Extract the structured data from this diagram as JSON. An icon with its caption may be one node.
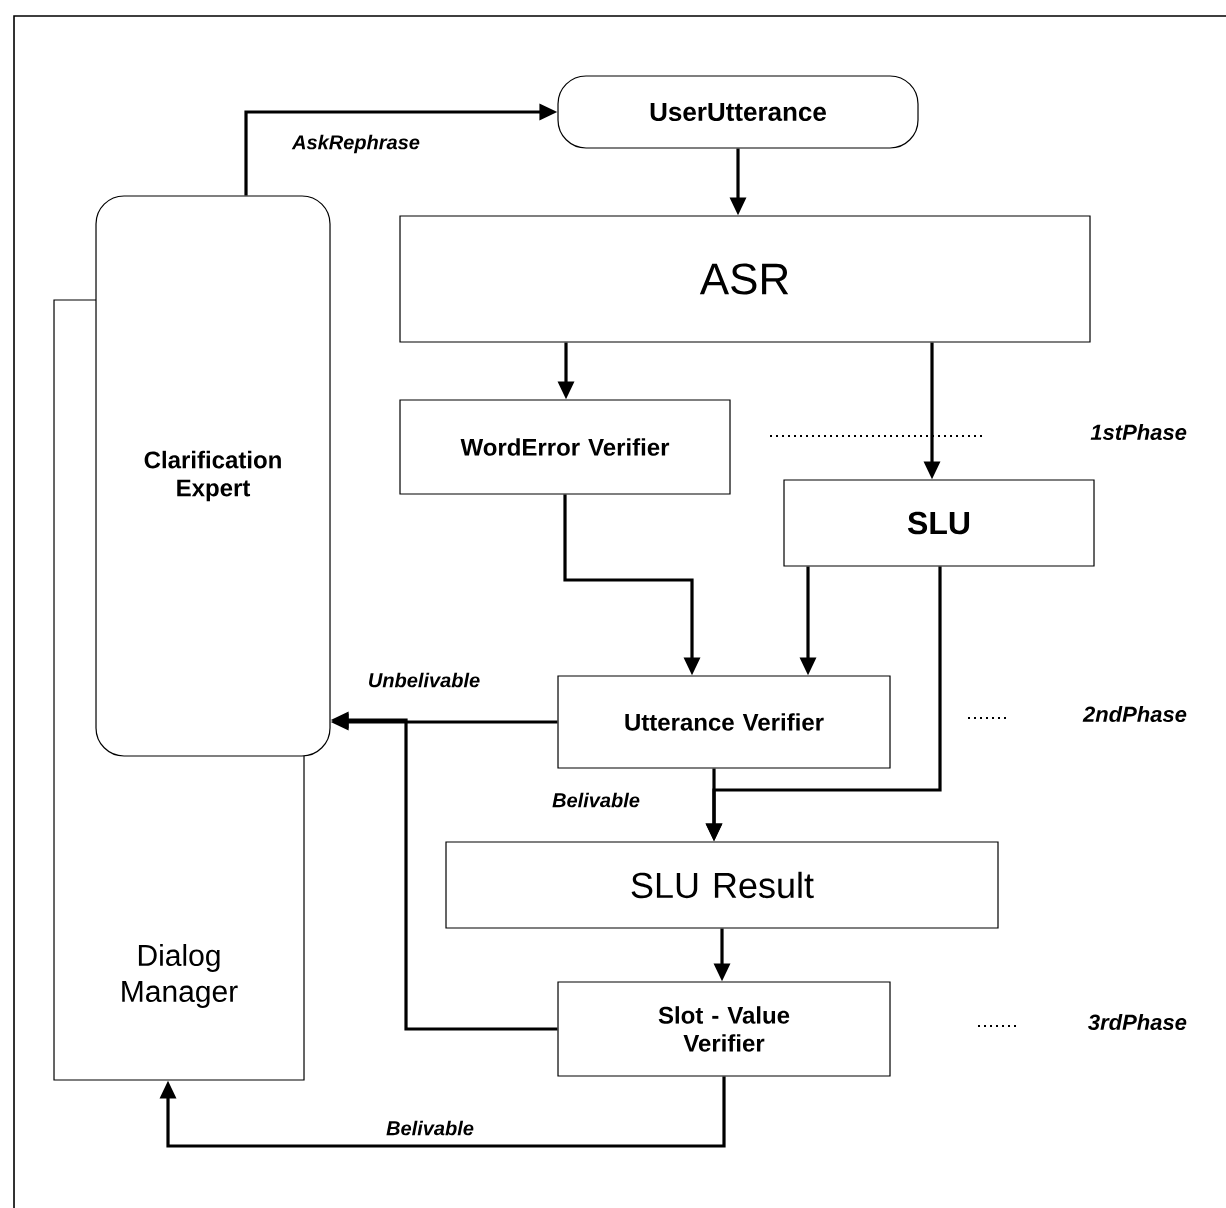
{
  "diagram": {
    "nodes": [
      {
        "text": [
          "Dialog Manager"
        ]
      },
      {
        "text": [
          "Clarification Expert"
        ]
      },
      {
        "text": [
          "UserUtterance"
        ]
      },
      {
        "text": [
          "ASR"
        ]
      },
      {
        "text": [
          "WordError Verifier"
        ]
      },
      {
        "text": [
          "SLU"
        ]
      },
      {
        "text": [
          "Utterance Verifier"
        ]
      },
      {
        "text": [
          "SLU Result"
        ]
      },
      {
        "text": [
          "Slot - Value Verifier"
        ]
      }
    ],
    "edges": [
      {
        "from": 1,
        "to": 2,
        "arrow": "to",
        "label": "AskRephrase"
      },
      {
        "from": 2,
        "to": 3,
        "arrow": "to"
      },
      {
        "from": 3,
        "to": 4,
        "arrow": "to"
      },
      {
        "from": 3,
        "to": 5,
        "arrow": "to"
      },
      {
        "from": 4,
        "to": 6,
        "arrow": "to"
      },
      {
        "from": 5,
        "to": 6,
        "arrow": "to"
      },
      {
        "from": 5,
        "to": 7,
        "arrow": "to"
      },
      {
        "from": 6,
        "to": 1,
        "arrow": "to",
        "label": "Unbelivable"
      },
      {
        "from": 6,
        "to": 7,
        "arrow": "to",
        "label": "Belivable"
      },
      {
        "from": 7,
        "to": 8,
        "arrow": "to"
      },
      {
        "from": 8,
        "to": 1,
        "arrow": "to"
      },
      {
        "from": 8,
        "to": 0,
        "arrow": "to",
        "label": "Belivable"
      }
    ],
    "labels": [
      "1stPhase",
      "2ndPhase",
      "3rdPhase"
    ]
  }
}
